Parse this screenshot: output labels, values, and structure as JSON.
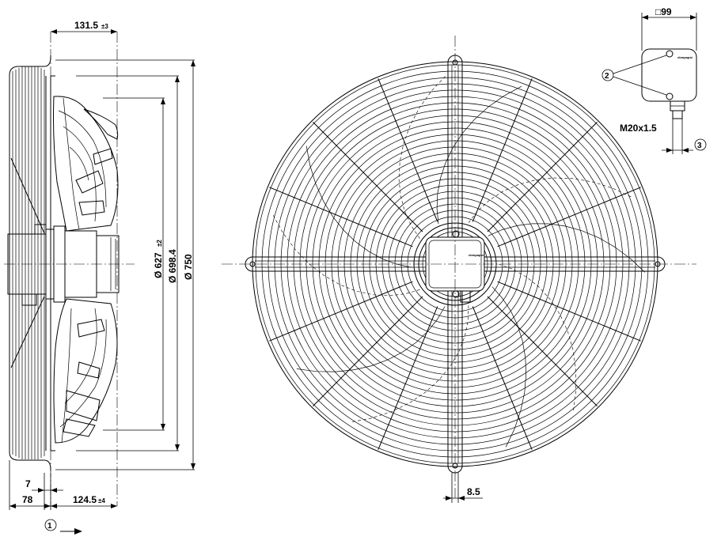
{
  "dimensions": {
    "mount_depth": "131.5",
    "mount_depth_tol": "±3",
    "offset_small": "7",
    "offset_total": "78",
    "depth_lower": "124.5",
    "depth_lower_tol": "±4",
    "dia_inner": "Ø 627",
    "dia_inner_tol": "±2",
    "dia_mid": "Ø 698.4",
    "dia_outer": "Ø 750",
    "bracket_width": "8.5",
    "box_size": "□99",
    "cable_gland": "M20x1.5"
  },
  "callouts": {
    "c1": "1",
    "c2": "2",
    "c3": "3"
  },
  "labels": {
    "brand_box": "ebmpapst",
    "brand_hub": "ebmpapst"
  }
}
